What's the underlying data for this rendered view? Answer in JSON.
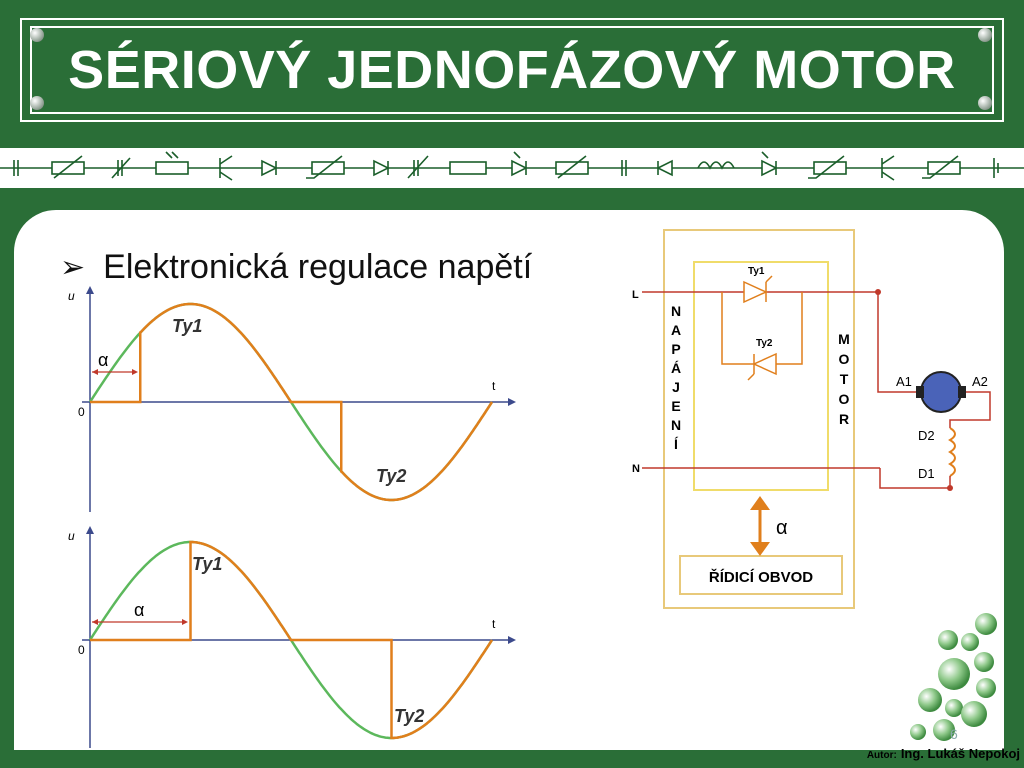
{
  "slide": {
    "title": "SÉRIOVÝ JEDNOFÁZOVÝ MOTOR",
    "bullet": "Elektronická regulace napětí",
    "page_number": "6",
    "author_prefix": "Autor:",
    "author_name": "Ing. Lukáš Nepokoj"
  },
  "waveforms": {
    "axis_u": "u",
    "axis_t": "t",
    "zero": "0",
    "alpha": "α",
    "ty1": "Ty1",
    "ty2": "Ty2"
  },
  "circuit": {
    "line_l": "L",
    "line_n": "N",
    "napajeni_letters": [
      "N",
      "A",
      "P",
      "Á",
      "J",
      "E",
      "N",
      "Í"
    ],
    "motor_letters": [
      "M",
      "O",
      "T",
      "O",
      "R"
    ],
    "ty1": "Ty1",
    "ty2": "Ty2",
    "a1": "A1",
    "a2": "A2",
    "d1": "D1",
    "d2": "D2",
    "alpha": "α",
    "control": "ŘÍDICÍ OBVOD"
  },
  "colors": {
    "background": "#2a6e37",
    "sine_green": "#5cb85c",
    "conduction_orange": "#e07f1c",
    "frame_yellow": "#e8c97a",
    "alpha_red": "#c0392b",
    "axis_blue": "#3c4a8c"
  }
}
